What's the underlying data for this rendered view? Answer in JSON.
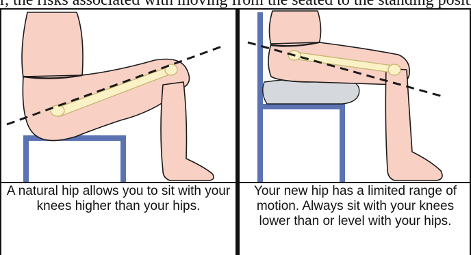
{
  "header_fragment": "r, the risks associated with moving from the seated to the standing position",
  "panels": [
    {
      "caption": "A natural hip allows you to sit with your knees higher than your hips."
    },
    {
      "caption": "Your new hip has a limited range of motion. Always sit with your knees lower than or level with your hips."
    }
  ],
  "colors": {
    "skin": "#f9d0c4",
    "outline": "#1a1a1a",
    "bone": "#fbf1c6",
    "chair": "#5b73b3",
    "cushion": "#d5d8dc",
    "dashed_line": "#1a1a1a"
  }
}
